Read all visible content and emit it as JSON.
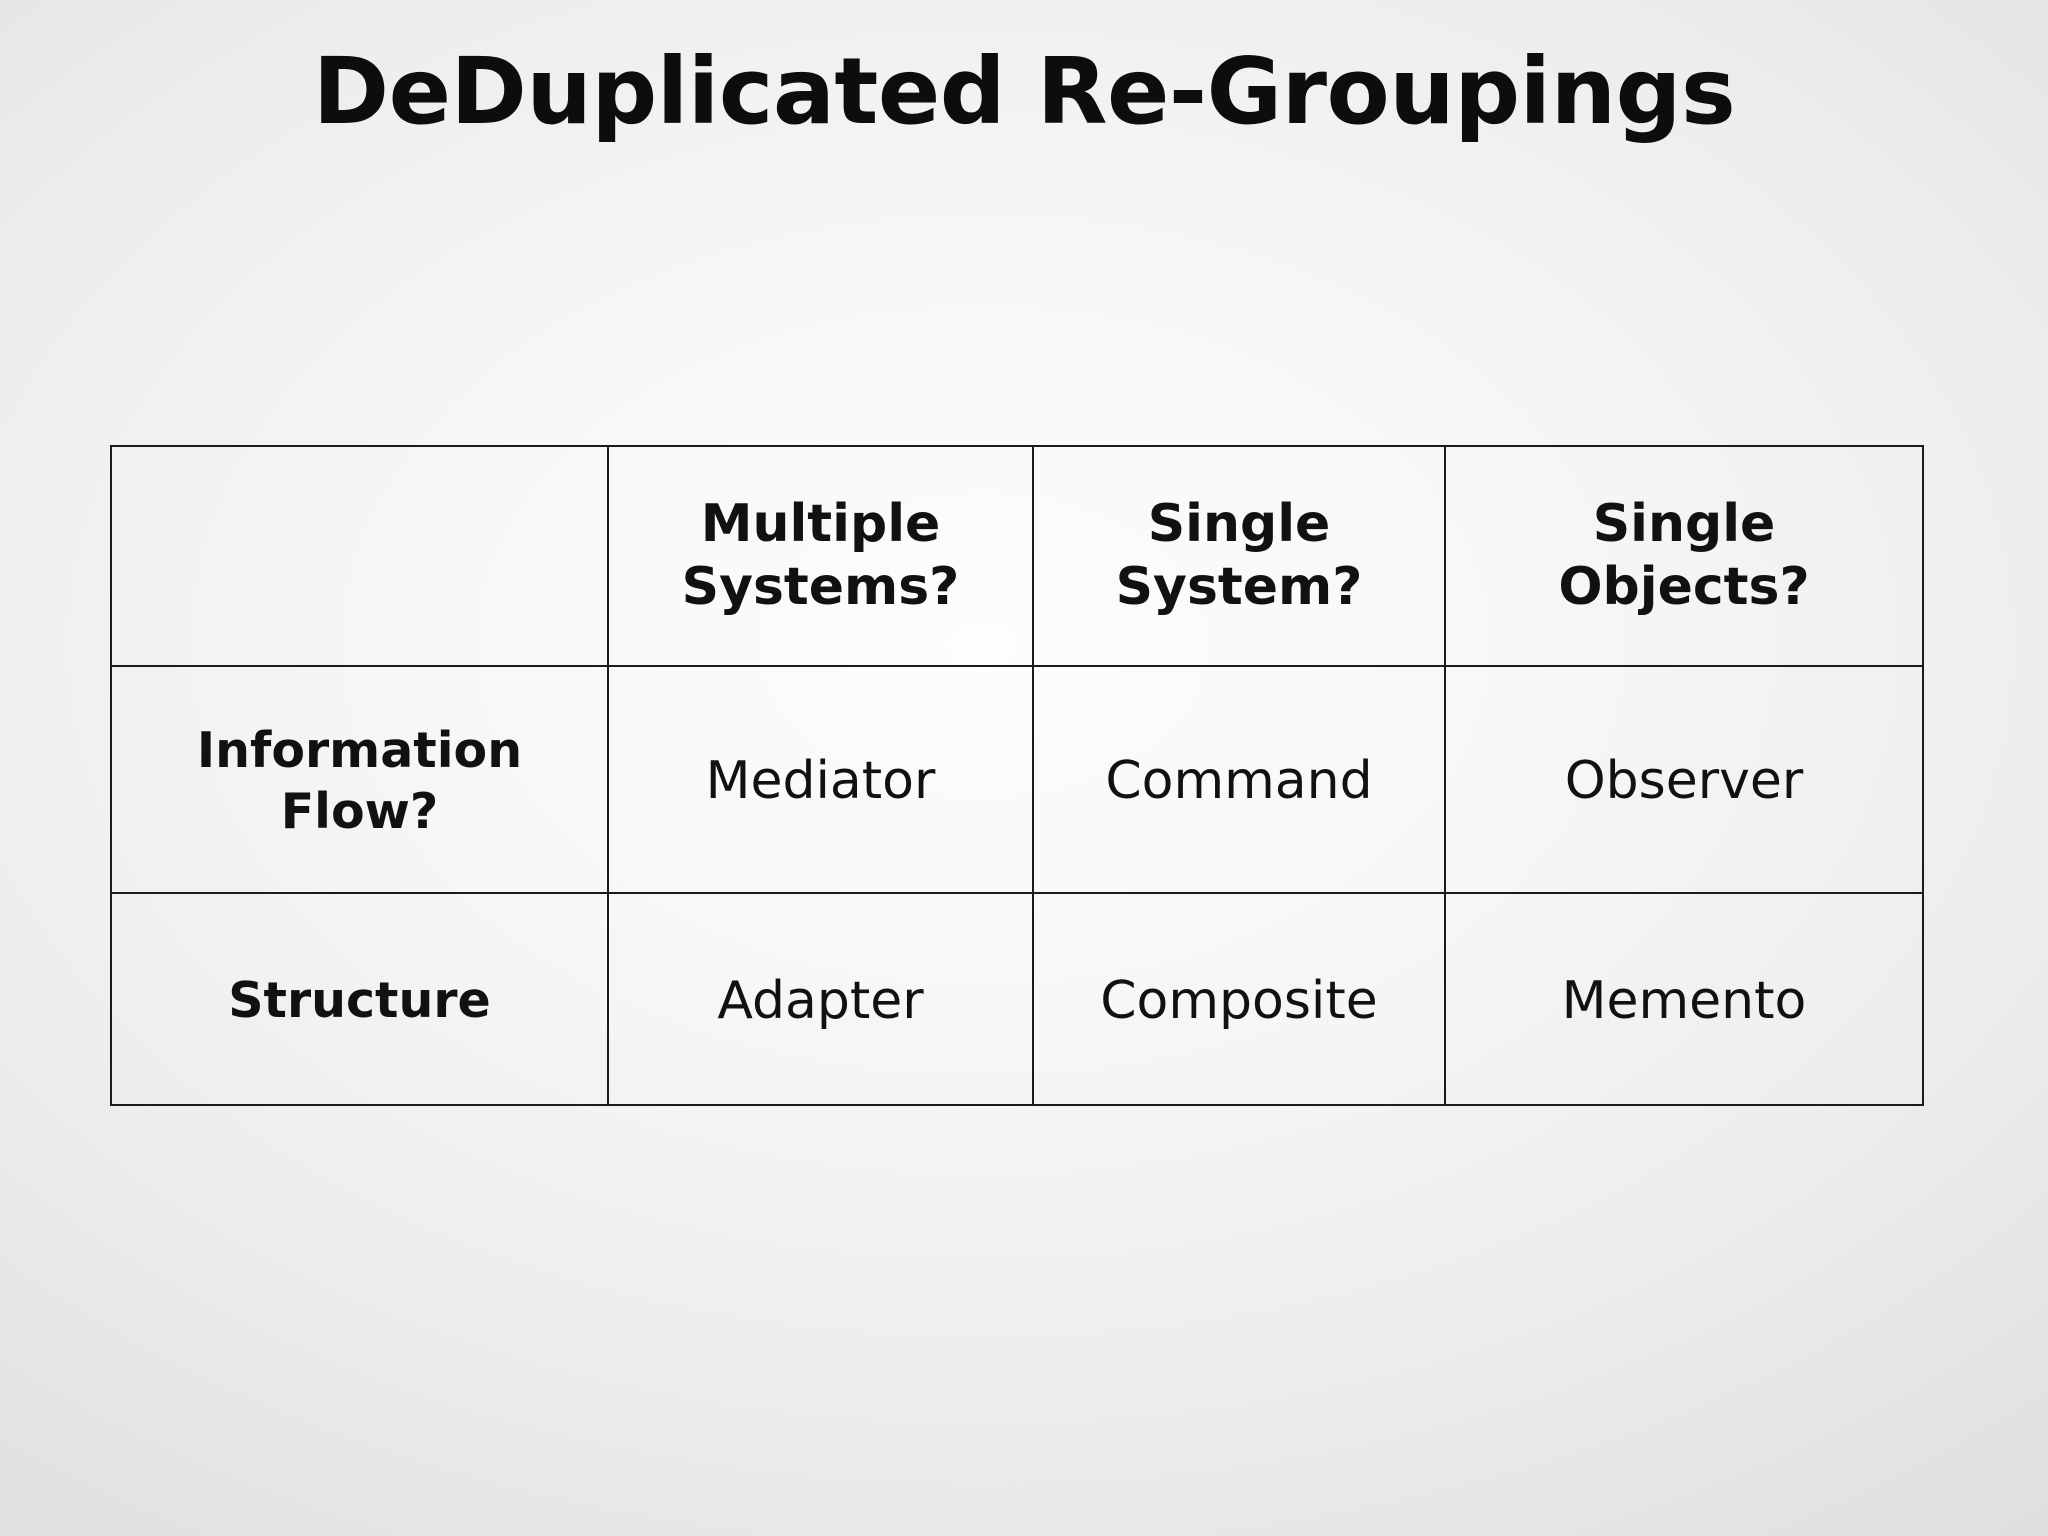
{
  "slide": {
    "title": "DeDuplicated Re-Groupings",
    "background_color": "#ececec",
    "text_color": "#111111",
    "border_color": "#1b1b1b"
  },
  "table": {
    "corner_label": "",
    "column_headers": [
      "Multiple\nSystems?",
      "Single\nSystem?",
      "Single\nObjects?"
    ],
    "column_headers_display": [
      {
        "line1": "Multiple",
        "line2": "Systems?"
      },
      {
        "line1": "Single",
        "line2": "System?"
      },
      {
        "line1": "Single",
        "line2": "Objects?"
      }
    ],
    "rows": [
      {
        "label_line1": "Information",
        "label_line2": "Flow?",
        "label": "Information Flow?",
        "cells": [
          "Mediator",
          "Command",
          "Observer"
        ]
      },
      {
        "label_line1": "Structure",
        "label_line2": "",
        "label": "Structure",
        "cells": [
          "Adapter",
          "Composite",
          "Memento"
        ]
      }
    ]
  }
}
